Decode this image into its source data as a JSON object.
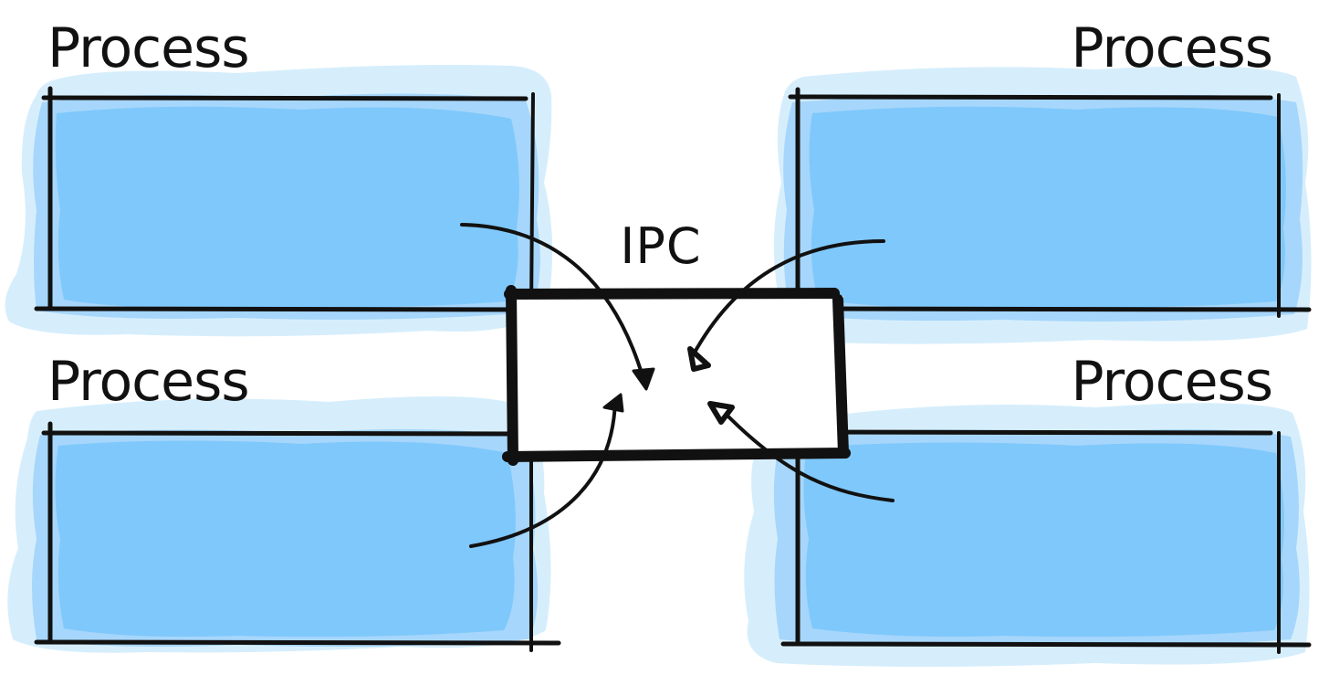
{
  "processes": [
    {
      "label": "Process"
    },
    {
      "label": "Process"
    },
    {
      "label": "Process"
    },
    {
      "label": "Process"
    }
  ],
  "ipc": {
    "label": "IPC"
  },
  "colors": {
    "fill_light": "#d6eefc",
    "fill_mid": "#a6d6fb",
    "fill_main": "#7fc8fb",
    "ink": "#111111",
    "background": "#ffffff"
  }
}
